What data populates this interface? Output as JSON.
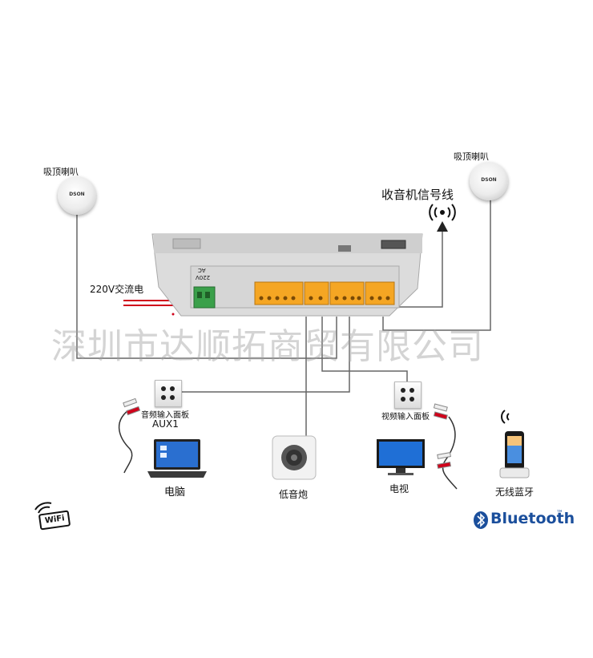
{
  "labels": {
    "speaker_left": "吸顶喇叭",
    "speaker_right": "吸顶喇叭",
    "speaker_brand": "DSON",
    "radio_signal": "收音机信号线",
    "power": "220V交流电",
    "audio_panel": "音频输入面板",
    "aux": "AUX1",
    "video_panel": "视频输入面板",
    "computer": "电脑",
    "subwoofer": "低音炮",
    "tv": "电视",
    "bluetooth_device": "无线蓝牙",
    "bluetooth_logo": "Bluetooth",
    "bluetooth_tm": "™",
    "wifi": "WiFi",
    "device_ac": "AC",
    "device_voltage": "220V"
  },
  "watermark": "深圳市达顺拓商贸有限公司",
  "colors": {
    "terminal_orange": "#f5a623",
    "power_line": "#d0021b",
    "wire": "#666666",
    "bluetooth_blue": "#1b4f9c",
    "device_grey": "#dedede"
  },
  "icons": {
    "antenna": "radio-waves-icon",
    "bluetooth": "bluetooth-icon",
    "wifi": "wifi-icon",
    "laptop": "laptop-icon",
    "tv": "tv-icon",
    "phone": "phone-dock-icon",
    "subwoofer": "subwoofer-icon"
  }
}
